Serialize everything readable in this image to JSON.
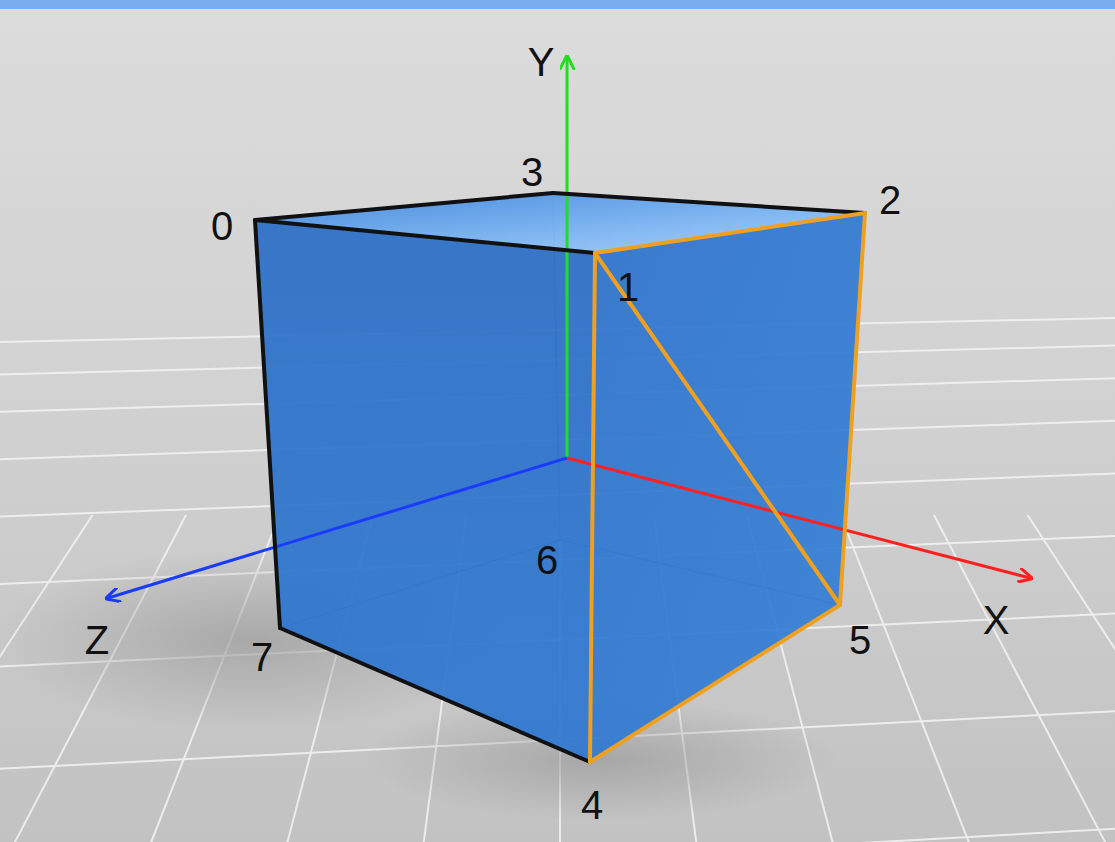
{
  "diagram": {
    "labels": [
      "Y",
      "3",
      "0",
      "2",
      "1",
      "6",
      "Z",
      "7",
      "5",
      "X",
      "4"
    ]
  }
}
